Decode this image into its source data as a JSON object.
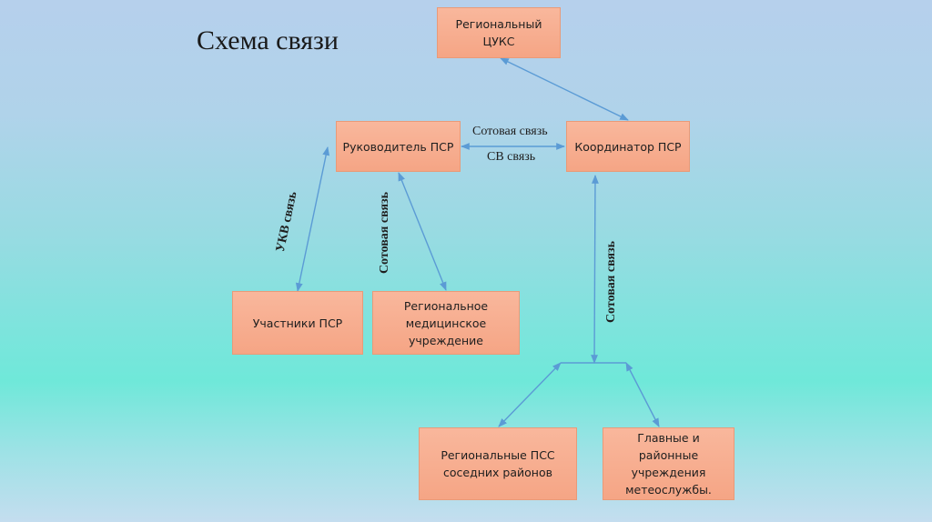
{
  "title": "Схема связи",
  "nodes": {
    "regional_cuks": "Региональный\nЦУКС",
    "psr_leader": "Руководитель ПСР",
    "psr_coordinator": "Координатор ПСР",
    "psr_participants": "Участники ПСР",
    "regional_medical": "Региональное\nмедицинское\nучреждение",
    "regional_pss": "Региональные ПСС\nсоседних районов",
    "meteo": "Главные и\nрайонные\nучреждения\nметеослужбы."
  },
  "edges": {
    "leader_coordinator_top": "Сотовая связь",
    "leader_coordinator_bottom": "СВ связь",
    "leader_participants": "УКВ связь",
    "leader_medical": "Сотовая связь",
    "coordinator_branch": "Сотовая связь"
  },
  "colors": {
    "node_fill": "#f7ad8f",
    "node_border": "#e99a78",
    "connector": "#5b9bd5"
  }
}
